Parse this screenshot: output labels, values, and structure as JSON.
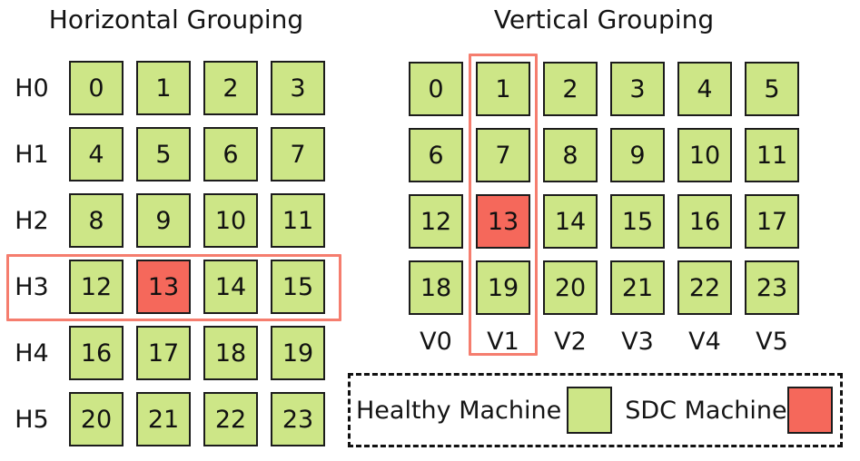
{
  "colors": {
    "healthy_fill": "#cde687",
    "sdc_fill": "#f5685b",
    "highlight_outline": "#f57d6e",
    "cell_border": "#1c1c1c"
  },
  "horizontal_grouping": {
    "title": "Horizontal Grouping",
    "row_labels": [
      "H0",
      "H1",
      "H2",
      "H3",
      "H4",
      "H5"
    ],
    "rows": [
      [
        "0",
        "1",
        "2",
        "3"
      ],
      [
        "4",
        "5",
        "6",
        "7"
      ],
      [
        "8",
        "9",
        "10",
        "11"
      ],
      [
        "12",
        "13",
        "14",
        "15"
      ],
      [
        "16",
        "17",
        "18",
        "19"
      ],
      [
        "20",
        "21",
        "22",
        "23"
      ]
    ],
    "highlighted_group": "H3",
    "sdc_machine": "13"
  },
  "vertical_grouping": {
    "title": "Vertical Grouping",
    "column_labels": [
      "V0",
      "V1",
      "V2",
      "V3",
      "V4",
      "V5"
    ],
    "rows": [
      [
        "0",
        "1",
        "2",
        "3",
        "4",
        "5"
      ],
      [
        "6",
        "7",
        "8",
        "9",
        "10",
        "11"
      ],
      [
        "12",
        "13",
        "14",
        "15",
        "16",
        "17"
      ],
      [
        "18",
        "19",
        "20",
        "21",
        "22",
        "23"
      ]
    ],
    "highlighted_group": "V1",
    "sdc_machine": "13"
  },
  "legend": {
    "healthy_label": "Healthy Machine",
    "sdc_label": "SDC Machine"
  }
}
